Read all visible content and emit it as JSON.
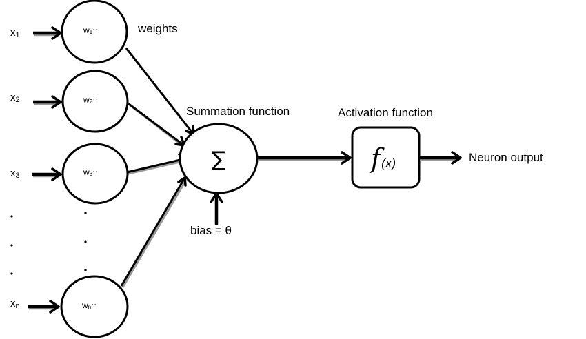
{
  "diagram": {
    "title": "Artificial neuron model",
    "inputs": [
      {
        "label": "x",
        "sub": "1",
        "weight": "w",
        "weight_sub": "1",
        "weight_suffix": "··"
      },
      {
        "label": "x",
        "sub": "2",
        "weight": "w",
        "weight_sub": "2",
        "weight_suffix": "··"
      },
      {
        "label": "x",
        "sub": "3",
        "weight": "w",
        "weight_sub": "3",
        "weight_suffix": "··"
      },
      {
        "label": "x",
        "sub": "n",
        "weight": "w",
        "weight_sub": "n",
        "weight_suffix": "··"
      }
    ],
    "ellipsis": ".",
    "weights_label": "weights",
    "summation": {
      "label": "Summation function",
      "symbol": "∑"
    },
    "bias_label": "bias = θ",
    "activation": {
      "label": "Activation function",
      "symbol_f": "f",
      "symbol_arg": "(x)"
    },
    "output_label": "Neuron output",
    "colors": {
      "stroke": "#000000",
      "shadow": "#9a9a9a",
      "background": "#ffffff"
    }
  }
}
